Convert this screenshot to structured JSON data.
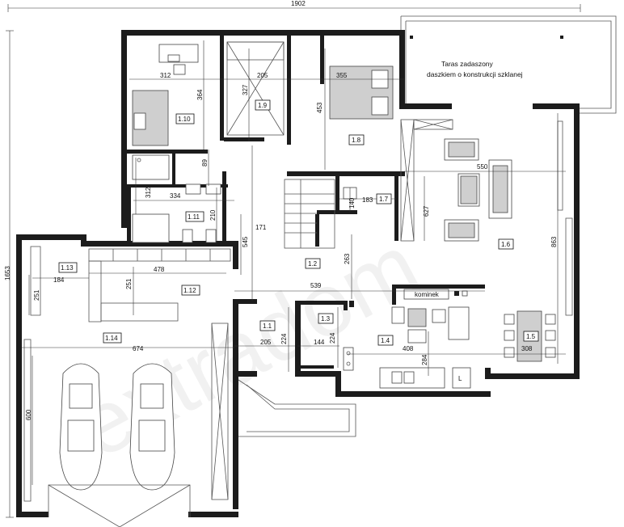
{
  "overall_width": "1902",
  "overall_height": "1653",
  "terrace_note": [
    "Taras zadaszony",
    "daszkiem o konstrukcji szklanej"
  ],
  "fireplace_label": "kominek",
  "kitchen_mark": "L",
  "watermark": "extradom",
  "rooms": [
    {
      "id": "r1_1",
      "label": "1.1"
    },
    {
      "id": "r1_2",
      "label": "1.2"
    },
    {
      "id": "r1_3",
      "label": "1.3"
    },
    {
      "id": "r1_4",
      "label": "1.4"
    },
    {
      "id": "r1_5",
      "label": "1.5"
    },
    {
      "id": "r1_6",
      "label": "1.6"
    },
    {
      "id": "r1_7",
      "label": "1.7"
    },
    {
      "id": "r1_8",
      "label": "1.8"
    },
    {
      "id": "r1_9",
      "label": "1.9"
    },
    {
      "id": "r1_10",
      "label": "1.10"
    },
    {
      "id": "r1_11",
      "label": "1.11"
    },
    {
      "id": "r1_12",
      "label": "1.12"
    },
    {
      "id": "r1_13",
      "label": "1.13"
    },
    {
      "id": "r1_14",
      "label": "1.14"
    }
  ],
  "dimensions": [
    {
      "id": "d312a",
      "value": "312"
    },
    {
      "id": "d205a",
      "value": "205"
    },
    {
      "id": "d355",
      "value": "355"
    },
    {
      "id": "d327",
      "value": "327"
    },
    {
      "id": "d364",
      "value": "364"
    },
    {
      "id": "d453",
      "value": "453"
    },
    {
      "id": "d89",
      "value": "89"
    },
    {
      "id": "d312b",
      "value": "312"
    },
    {
      "id": "d334",
      "value": "334"
    },
    {
      "id": "d210",
      "value": "210"
    },
    {
      "id": "d183",
      "value": "183"
    },
    {
      "id": "d140",
      "value": "140"
    },
    {
      "id": "d627",
      "value": "627"
    },
    {
      "id": "d550",
      "value": "550"
    },
    {
      "id": "d171",
      "value": "171"
    },
    {
      "id": "d545",
      "value": "545"
    },
    {
      "id": "d263",
      "value": "263"
    },
    {
      "id": "d863",
      "value": "863"
    },
    {
      "id": "d478",
      "value": "478"
    },
    {
      "id": "d184",
      "value": "184"
    },
    {
      "id": "d251a",
      "value": "251"
    },
    {
      "id": "d251b",
      "value": "251"
    },
    {
      "id": "d539",
      "value": "539"
    },
    {
      "id": "d674",
      "value": "674"
    },
    {
      "id": "d205b",
      "value": "205"
    },
    {
      "id": "d224a",
      "value": "224"
    },
    {
      "id": "d144",
      "value": "144"
    },
    {
      "id": "d224b",
      "value": "224"
    },
    {
      "id": "d408",
      "value": "408"
    },
    {
      "id": "d284",
      "value": "284"
    },
    {
      "id": "d308",
      "value": "308"
    },
    {
      "id": "d600",
      "value": "600"
    }
  ]
}
